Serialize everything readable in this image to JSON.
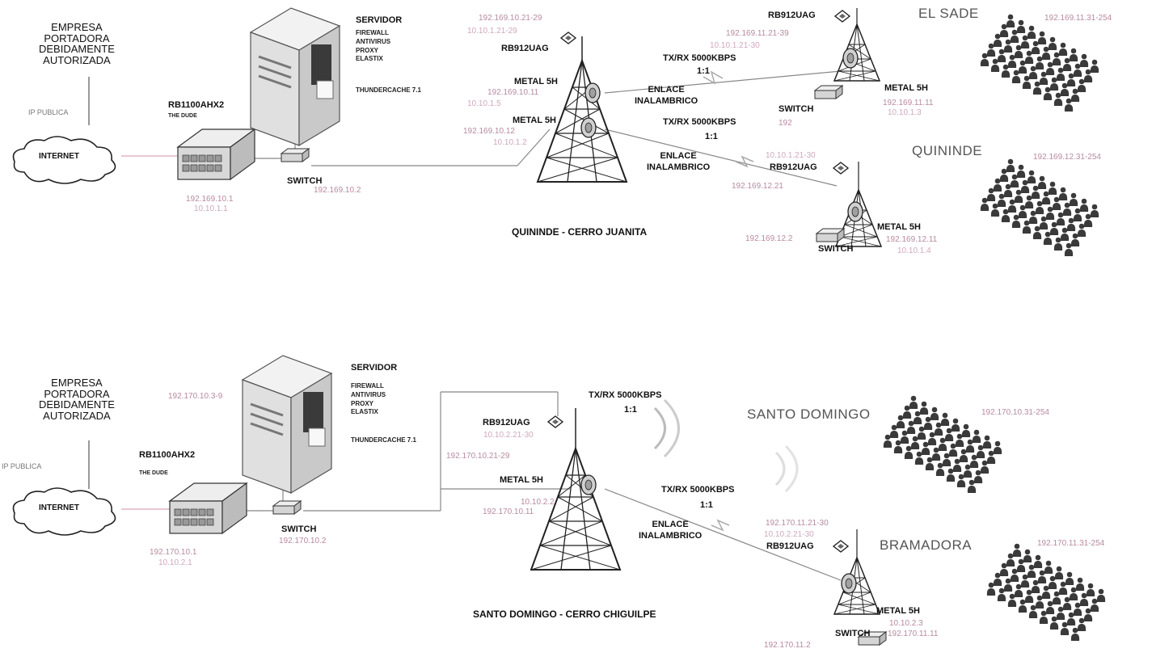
{
  "colors": {
    "line_network": "#6a6a6a",
    "line_internet": "#d9a8b8",
    "ip_text": "#b78aa0",
    "device_fill": "#d8d8d8",
    "server_fill": "#e8e8e8",
    "client_fill": "#3a3a3a"
  },
  "icons": [
    "cloud-icon",
    "router-icon",
    "server-icon",
    "switch-icon",
    "tower-icon",
    "antenna-icon",
    "client-group-icon",
    "wireless-link-icon"
  ],
  "top": {
    "carrier": "EMPRESA\nPORTADORA\nDEBIDAMENTE\nAUTORIZADA",
    "ip_publica": "IP PUBLICA",
    "internet": "INTERNET",
    "router": "RB1100AHX2",
    "router_sub": "THE DUDE",
    "router_ip1": "192.169.10.1",
    "router_ip2": "10.10.1.1",
    "switch": "SWITCH",
    "switch_ip": "192.169.10.2",
    "server_title": "SERVIDOR",
    "server_services": "FIREWALL\nANTIVIRUS\nPROXY\nELASTIX",
    "server_cache": "THUNDERCACHE 7.1",
    "tower_ip_a": "192.169.10.21-29",
    "tower_ip_b": "10.10.1.21-29",
    "tower_rb": "RB912UAG",
    "metal1": "METAL 5H",
    "metal1_ip1": "192.169.10.11",
    "metal1_ip2": "10.10.1.5",
    "metal2": "METAL 5H",
    "metal2_ip1": "192.169.10.12",
    "metal2_ip2": "10.10.1.2",
    "tower_name": "QUININDE - CERRO JUANITA",
    "link1_rate": "TX/RX 5000KBPS",
    "link1_ratio": "1:1",
    "link1_enlace": "ENLACE\nINALAMBRICO",
    "link2_rate": "TX/RX 5000KBPS",
    "link2_ratio": "1:1",
    "link2_enlace": "ENLACE\nINALAMBRICO",
    "sade_rb": "RB912UAG",
    "sade_ip_a": "192.169.11.21-39",
    "sade_ip_b": "10.10.1.21-30",
    "sade_metal": "METAL 5H",
    "sade_metal_ip1": "192.169.11.11",
    "sade_metal_ip2": "10.10.1.3",
    "sade_switch": "SWITCH",
    "sade_switch_ip": "192",
    "sade_site": "EL SADE",
    "sade_range": "192.169.11.31-254",
    "quin_site": "QUININDE",
    "quin_range": "192.169.12.31-254",
    "quin_rb": "RB912UAG",
    "quin_ip_a": "10.10.1.21-30",
    "quin_ip_b": "192.169.12.21",
    "quin_metal": "METAL 5H",
    "quin_metal_ip1": "192.169.12.11",
    "quin_metal_ip2": "10.10.1.4",
    "quin_switch": "SWITCH",
    "quin_switch_ip": "192.169.12.2"
  },
  "bottom": {
    "carrier": "EMPRESA\nPORTADORA\nDEBIDAMENTE\nAUTORIZADA",
    "ip_publica": "IP PUBLICA",
    "internet": "INTERNET",
    "router": "RB1100AHX2",
    "router_sub": "THE DUDE",
    "router_ip1": "192.170.10.1",
    "router_ip2": "10.10.2.1",
    "switch": "SWITCH",
    "switch_ip": "192.170.10.2",
    "server_ip": "192.170.10.3-9",
    "server_title": "SERVIDOR",
    "server_services": "FIREWALL\nANTIVIRUS\nPROXY\nELASTIX",
    "server_cache": "THUNDERCACHE 7.1",
    "tower_rb": "RB912UAG",
    "tower_ip_a": "10.10.2.21-30",
    "tower_ip_b": "192.170.10.21-29",
    "tower_rate": "TX/RX 5000KBPS",
    "tower_ratio": "1:1",
    "metal": "METAL 5H",
    "metal_ip1": "10.10.2.2",
    "metal_ip2": "192.170.10.11",
    "tower_name": "SANTO DOMINGO - CERRO CHIGUILPE",
    "link_rate": "TX/RX 5000KBPS",
    "link_ratio": "1:1",
    "link_enlace": "ENLACE\nINALAMBRICO",
    "sd_site": "SANTO DOMINGO",
    "sd_range": "192.170.10.31-254",
    "bram_site": "BRAMADORA",
    "bram_range": "192.170.11.31-254",
    "bram_ip_a": "192.170.11.21-30",
    "bram_ip_b": "10.10.2.21-30",
    "bram_rb": "RB912UAG",
    "bram_metal": "METAL 5H",
    "bram_metal_ip1": "10.10.2.3",
    "bram_metal_ip2": "192.170.11.11",
    "bram_switch": "SWITCH",
    "bram_switch_ip": "192.170.11.2"
  }
}
